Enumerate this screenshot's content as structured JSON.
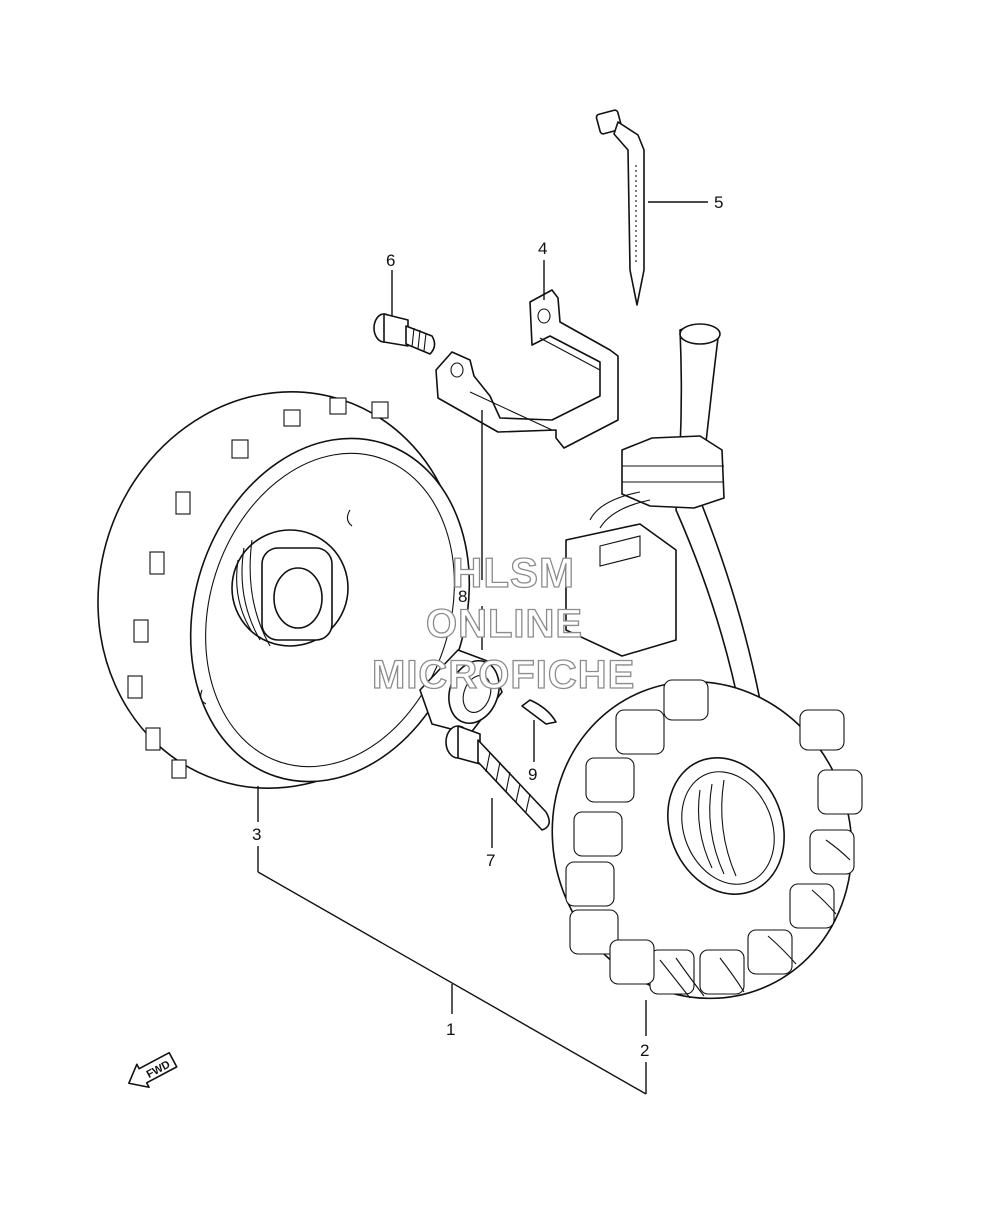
{
  "diagram": {
    "callouts": [
      {
        "id": "1",
        "label": "1"
      },
      {
        "id": "2",
        "label": "2"
      },
      {
        "id": "3",
        "label": "3"
      },
      {
        "id": "4",
        "label": "4"
      },
      {
        "id": "5",
        "label": "5"
      },
      {
        "id": "6",
        "label": "6"
      },
      {
        "id": "7",
        "label": "7"
      },
      {
        "id": "8",
        "label": "8"
      },
      {
        "id": "9",
        "label": "9"
      }
    ],
    "direction_badge": "FWD"
  },
  "watermark": {
    "line1": "HLSM",
    "line2": "ONLINE",
    "line3": "MICROFICHE"
  }
}
